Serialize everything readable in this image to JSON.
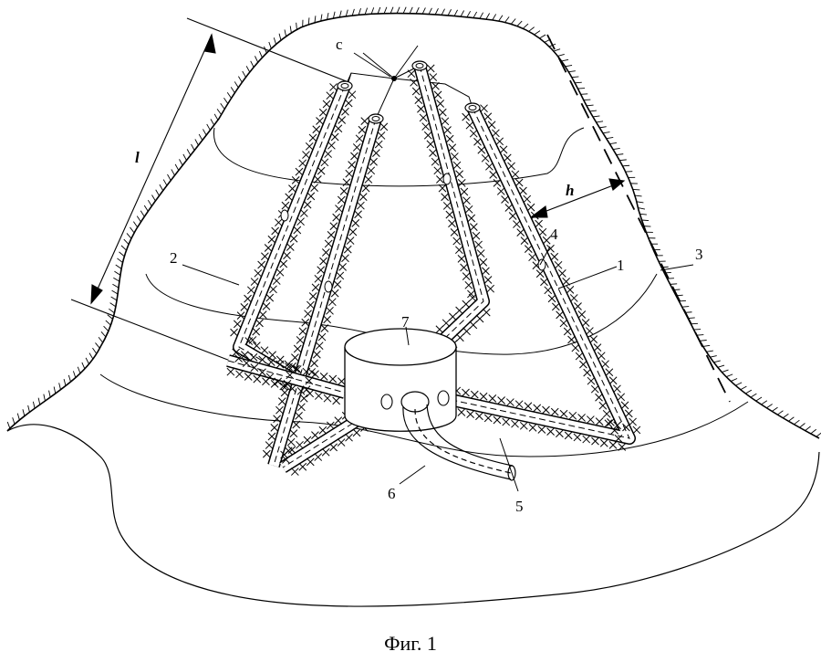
{
  "figure": {
    "caption": "Фиг. 1",
    "labels": {
      "c": "c",
      "l": "l",
      "h": "h",
      "n1": "1",
      "n2": "2",
      "n3": "3",
      "n4": "4",
      "n5": "5",
      "n6": "6",
      "n7": "7"
    }
  },
  "colors": {
    "ink": "#000000",
    "paper": "#ffffff"
  }
}
